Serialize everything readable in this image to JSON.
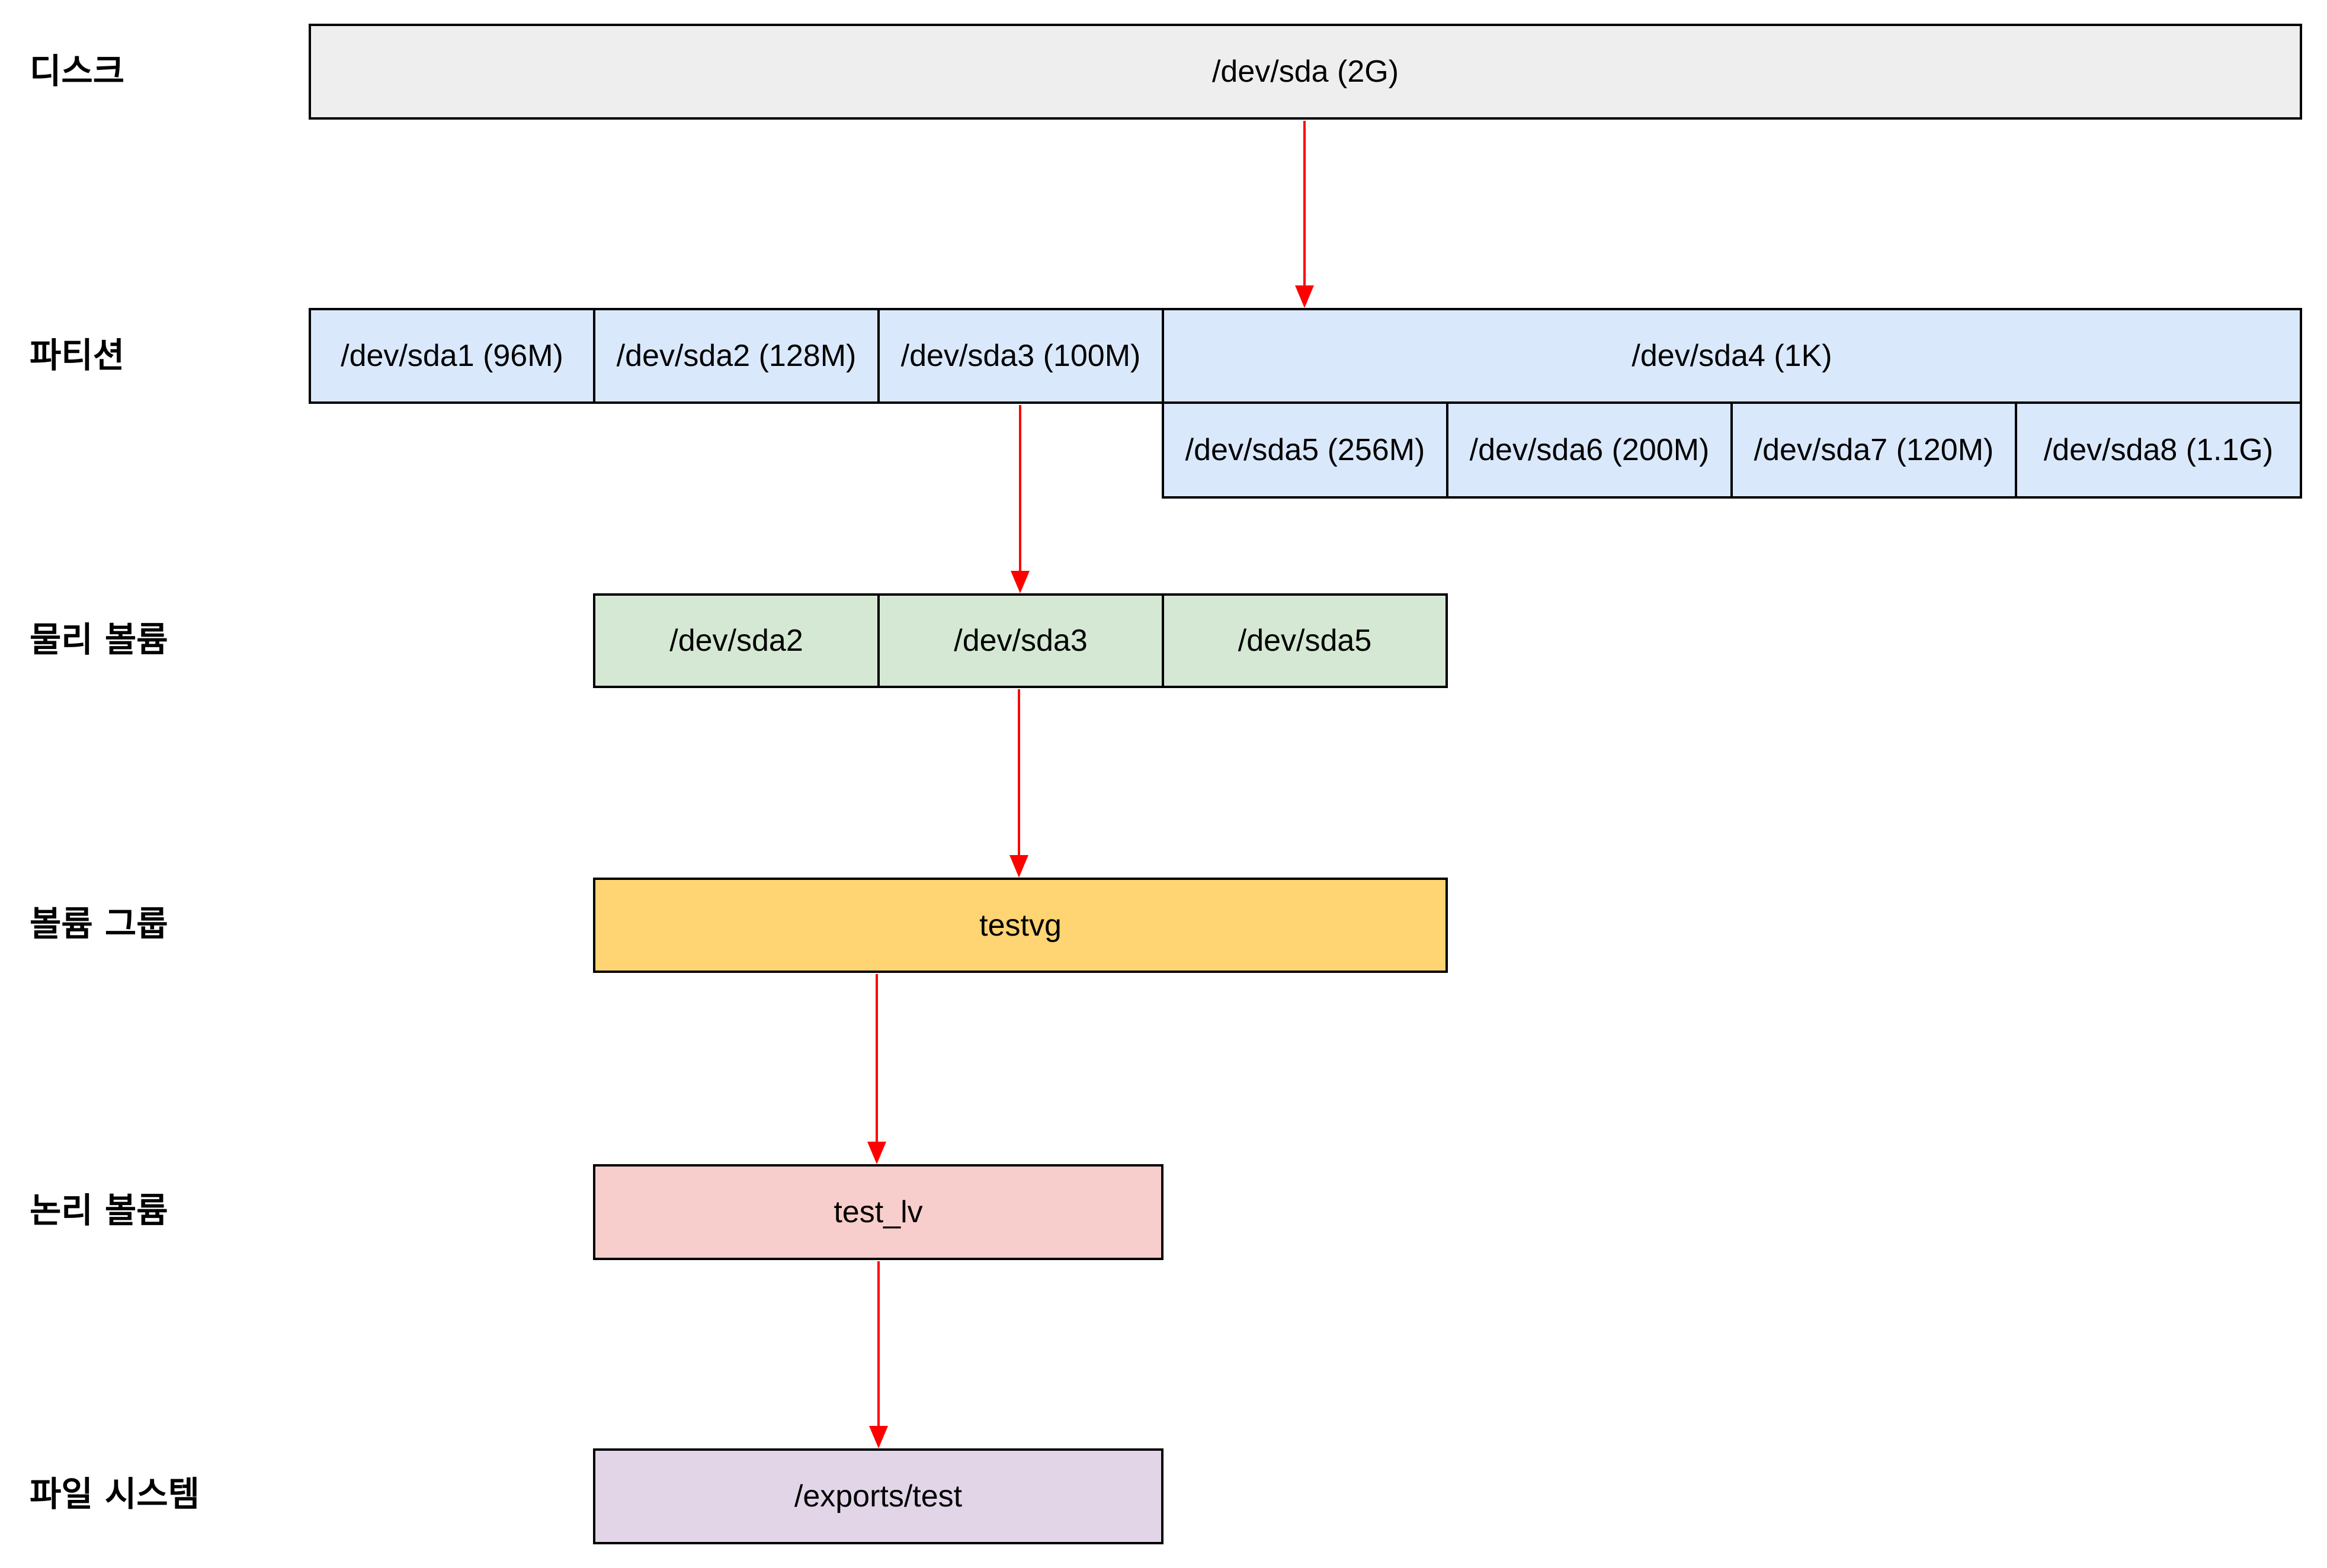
{
  "colors": {
    "disk": "#eeeeee",
    "partition": "#dae8fc",
    "pv": "#d5e8d4",
    "vg": "#ffd473",
    "lv": "#f8cecc",
    "fs": "#e1d5e7",
    "arrow": "#ff0000"
  },
  "labels": {
    "disk": "디스크",
    "partition": "파티션",
    "pv": "물리 볼륨",
    "vg": "볼륨 그룹",
    "lv": "논리 볼륨",
    "fs": "파일 시스템"
  },
  "disk": "/dev/sda (2G)",
  "partitions": {
    "p1": "/dev/sda1 (96M)",
    "p2": "/dev/sda2 (128M)",
    "p3": "/dev/sda3 (100M)",
    "p4": "/dev/sda4 (1K)"
  },
  "logical_partitions": {
    "p5": "/dev/sda5 (256M)",
    "p6": "/dev/sda6 (200M)",
    "p7": "/dev/sda7 (120M)",
    "p8": "/dev/sda8 (1.1G)"
  },
  "physical_volumes": {
    "pv1": "/dev/sda2",
    "pv2": "/dev/sda3",
    "pv3": "/dev/sda5"
  },
  "volume_group": "testvg",
  "logical_volume": "test_lv",
  "filesystem": "/exports/test"
}
